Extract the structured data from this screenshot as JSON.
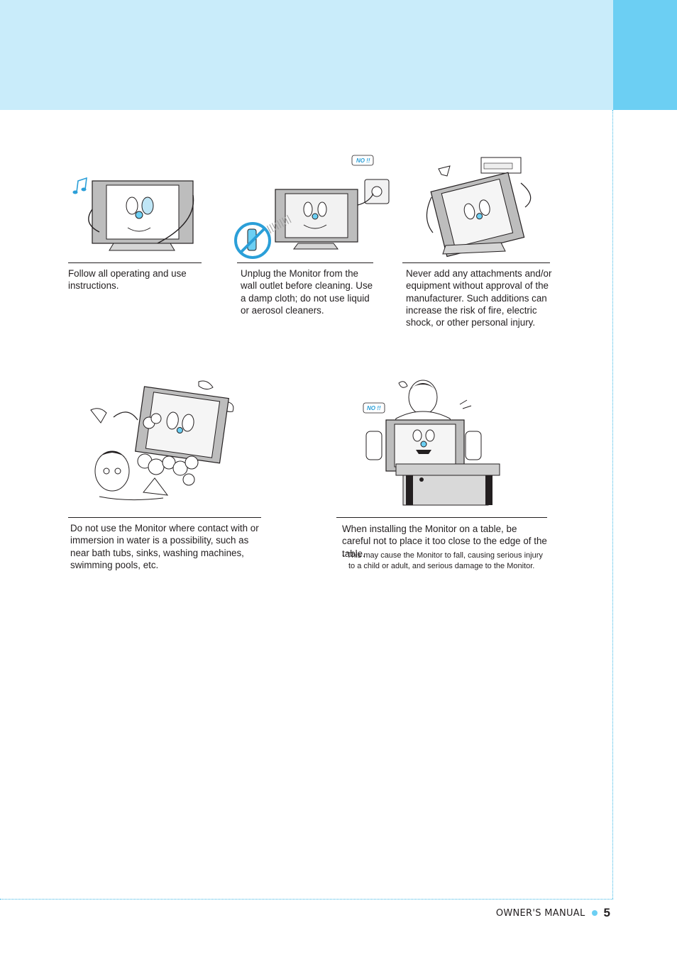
{
  "colors": {
    "header_band": "#c9ecfa",
    "header_tab": "#6ccff3",
    "accent": "#3ab7e6",
    "no_label": "#2b9fd8"
  },
  "items": [
    {
      "illustration": "monitor-following-instructions",
      "caption": "Follow all operating and use instructions."
    },
    {
      "illustration": "monitor-spray-cleaning-unplug",
      "badge": "NO !!",
      "caption": "Unplug the Monitor from the wall outlet before cleaning. Use a damp cloth; do not use liquid or aerosol cleaners."
    },
    {
      "illustration": "monitor-with-attachment",
      "caption": "Never add any attachments and/or equipment without approval of the manufacturer. Such additions can increase the risk of fire, electric shock, or other personal injury."
    },
    {
      "illustration": "monitor-near-water",
      "caption": "Do not use the Monitor where contact with or immersion in water is a possibility, such as near bath tubs, sinks, washing machines, swimming pools, etc."
    },
    {
      "illustration": "monitor-on-table-edge",
      "badge": "NO !!",
      "caption": "When installing the Monitor on a table, be careful not to place it too close to the edge of the table.",
      "note": "- This may cause the Monitor to fall, causing serious injury to a child or adult, and serious damage to the Monitor."
    }
  ],
  "footer": {
    "label": "OWNER'S MANUAL",
    "page_number": "5"
  }
}
